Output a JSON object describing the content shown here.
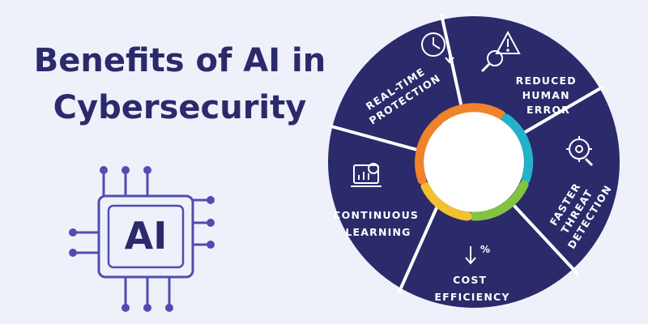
{
  "title": {
    "line1": "Benefits of AI in",
    "line2": "Cybersecurity"
  },
  "chip": {
    "label": "AI"
  },
  "segments": {
    "realtime": {
      "lines": [
        "REAL-TIME",
        "PROTECTION"
      ],
      "icon": "clock-icon"
    },
    "human": {
      "lines": [
        "REDUCED",
        "HUMAN",
        "ERROR"
      ],
      "icon": "magnifier-warning-icon"
    },
    "threat": {
      "lines": [
        "FASTER",
        "THREAT",
        "DETECTION"
      ],
      "icon": "gear-wrench-icon"
    },
    "cost": {
      "lines": [
        "COST",
        "EFFICIENCY"
      ],
      "icon": "percent-down-icon"
    },
    "continuous": {
      "lines": [
        "CONTINUOUS",
        "LEARNING"
      ],
      "icon": "chart-learning-icon"
    }
  },
  "colors": {
    "background": "#eef1fa",
    "navy": "#2b2a6b",
    "chip_stroke": "#4f4db0",
    "ring_orange": "#f0832a",
    "ring_teal": "#22b3c9",
    "ring_green": "#84c341",
    "ring_yellow": "#f4c02f"
  }
}
